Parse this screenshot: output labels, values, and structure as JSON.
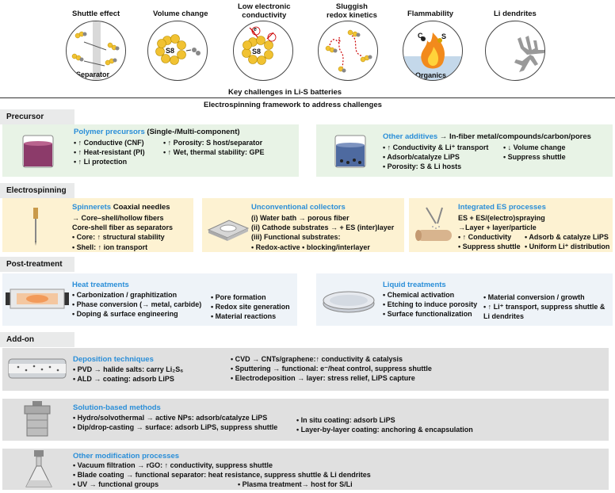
{
  "colors": {
    "blue": "#2a8ed8",
    "green_panel": "#e8f3e6",
    "yellow_panel": "#fdf2d2",
    "blue_panel": "#eef3f8",
    "gray_panel": "#e0e0e0",
    "tab_bg": "#e9eaea"
  },
  "challenges": {
    "items": [
      {
        "label": "Shuttle effect",
        "inner": "Separator"
      },
      {
        "label": "Volume change",
        "inner": "S8"
      },
      {
        "label": "Low electronic\nconductivity",
        "inner": "S8"
      },
      {
        "label": "Sluggish\nredox kinetics",
        "inner": ""
      },
      {
        "label": "Flammability",
        "inner": "Organics"
      },
      {
        "label": "Li dendrites",
        "inner": ""
      }
    ],
    "caption": "Key challenges in Li-S batteries",
    "framework": "Electrospinning framework to address challenges",
    "c_mark": "C",
    "s_mark": "S",
    "e_mark": "e"
  },
  "sections": {
    "precursor": "Precursor",
    "electrospinning": "Electrospinning",
    "post": "Post-treatment",
    "addon": "Add-on processes"
  },
  "precursor": {
    "polymer": {
      "title": "Polymer precursors",
      "title_suffix": " (Single-/Multi-component)",
      "col1": [
        "• ↑ Conductive (CNF)",
        "• ↑ Heat-resistant (PI)",
        "• ↑ Li protection"
      ],
      "col2": [
        "• ↑ Porosity: S host/separator",
        "• ↑ Wet, thermal stability: GPE"
      ]
    },
    "additives": {
      "title": "Other additives",
      "title_suffix": " → In-fiber metal/compounds/carbon/pores",
      "col1": [
        "• ↑ Conductivity & Li⁺ transport",
        "• Adsorb/catalyze LiPS",
        "• Porosity: S & Li hosts"
      ],
      "col2": [
        "• ↓ Volume change",
        "• Suppress shuttle"
      ]
    }
  },
  "electrospinning": {
    "spinnerets": {
      "title": "Spinnerets",
      "title_suffix": " Coaxial needles",
      "lines": [
        "→ Core–shell/hollow fibers",
        "Core-shell fiber as separators",
        "• Core: ↑ structural stability",
        "• Shell: ↑ ion transport"
      ]
    },
    "collectors": {
      "title": "Unconventional collectors",
      "lines": [
        "(i) Water bath → porous fiber",
        "(ii) Cathode substrates → + ES (inter)layer",
        "(iii) Functional substrates:",
        "• Redox-active • blocking/interlayer"
      ]
    },
    "integrated": {
      "title": "Integrated ES processes",
      "lines": [
        "ES + ES/(electro)spraying",
        "→Layer + layer/particle"
      ],
      "col1": [
        "• ↑ Conductivity",
        "• Suppress shuttle"
      ],
      "col2": [
        "• Adsorb & catalyze LiPS",
        "• Uniform Li⁺ distribution"
      ]
    }
  },
  "post": {
    "heat": {
      "title": "Heat treatments",
      "col1": [
        "• Carbonization / graphitization",
        "• Phase conversion (→ metal, carbide)",
        "• Doping & surface engineering"
      ],
      "col2": [
        "• Pore formation",
        "• Redox site generation",
        "• Material reactions"
      ]
    },
    "liquid": {
      "title": "Liquid treatments",
      "col1": [
        "• Chemical activation",
        "• Etching to induce porosity",
        "• Surface functionalization"
      ],
      "col2": [
        "• Material conversion / growth",
        "• ↑ Li⁺ transport, suppress shuttle &",
        "  Li dendrites"
      ]
    }
  },
  "addon": {
    "deposition": {
      "title": "Deposition techniques",
      "col1": [
        "• PVD → halide salts: carry Li₂S₆",
        "• ALD → coating: adsorb LiPS"
      ],
      "col2": [
        "• CVD → CNTs/graphene:↑ conductivity & catalysis",
        "• Sputtering → functional: e⁻/heat control, suppress shuttle",
        "• Electrodeposition → layer: stress relief, LiPS capture"
      ]
    },
    "solution": {
      "title": "Solution-based methods",
      "col1": [
        "• Hydro/solvothermal → active NPs: adsorb/catalyze LiPS",
        "• Dip/drop-casting → surface: adsorb LiPS, suppress shuttle"
      ],
      "col2": [
        "• In situ coating: adsorb LiPS",
        "• Layer-by-layer coating: anchoring & encapsulation"
      ]
    },
    "other": {
      "title": "Other modification processes",
      "lines": [
        "• Vacuum filtration → rGO: ↑ conductivity, suppress shuttle",
        "• Blade coating → functional separator: heat resistance, suppress shuttle & Li dendrites"
      ],
      "last_left": "• UV → functional groups",
      "last_right": "• Plasma treatment→ host for S/Li"
    }
  }
}
